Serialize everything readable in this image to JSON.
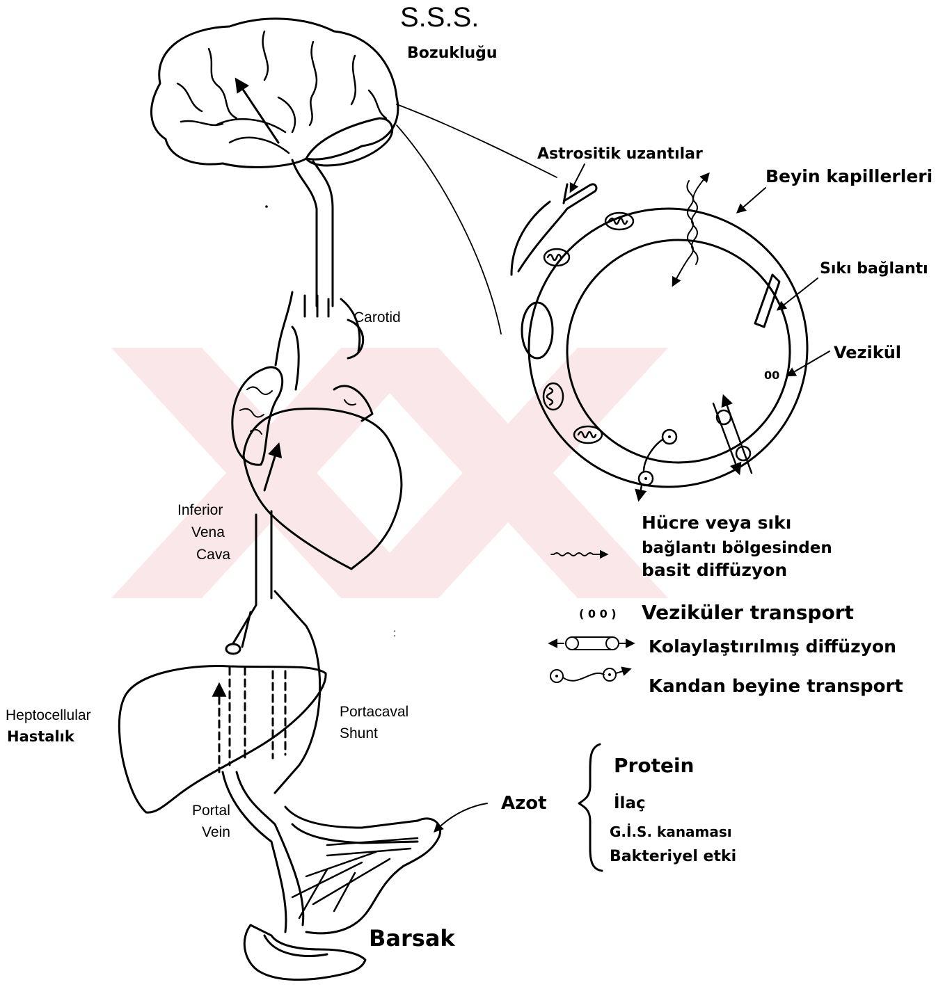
{
  "title": {
    "main": "S.S.S.",
    "sub": "Bozukluğu"
  },
  "brain_capillary": {
    "astrocyte": "Astrositik uzantılar",
    "capillaries": "Beyin kapillerleri",
    "tight_junction": "Sıkı bağlantı",
    "vesicle": "Vezikül"
  },
  "legend": {
    "simple_diffusion": [
      "Hücre veya sıkı",
      "bağlantı bölgesinden",
      "basit diffüzyon"
    ],
    "vesicular_transport": "Veziküler transport",
    "facilitated_diffusion": "Kolaylaştırılmış diffüzyon",
    "blood_to_brain": "Kandan beyine transport"
  },
  "vessels": {
    "carotid": "Carotid",
    "ivc": [
      "Inferior",
      "Vena",
      "Cava"
    ],
    "portacaval": [
      "Portacaval",
      "Shunt"
    ],
    "portal": [
      "Portal",
      "Vein"
    ]
  },
  "liver": {
    "label_line1": "Heptocellular",
    "label_line2": "Hastalık"
  },
  "gut": {
    "label": "Barsak",
    "source": "Azot",
    "sources": [
      "Protein",
      "İlaç",
      "G.İ.S. kanaması",
      "Bakteriyel etki"
    ]
  },
  "colors": {
    "ink": "#000000",
    "stipple": "#6f6f6f",
    "watermark": "#f7d5d8"
  }
}
